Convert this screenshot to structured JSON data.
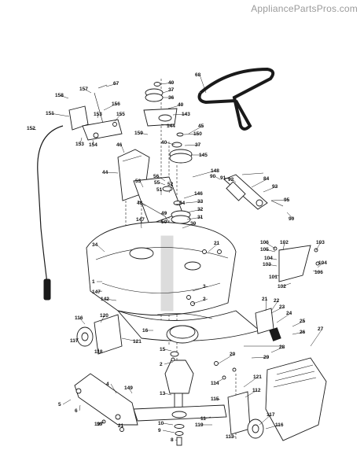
{
  "watermark": "AppliancePartsPros.com",
  "part_labels": [
    "68",
    "40",
    "37",
    "36",
    "40",
    "143",
    "144",
    "45",
    "150",
    "40",
    "37",
    "145",
    "159",
    "157",
    "67",
    "158",
    "156",
    "151",
    "153",
    "155",
    "152",
    "153",
    "154",
    "46",
    "44",
    "148",
    "90",
    "91",
    "92",
    "84",
    "93",
    "95",
    "90",
    "56",
    "55",
    "53",
    "52",
    "51",
    "146",
    "48",
    "49",
    "50",
    "33",
    "54",
    "32",
    "31",
    "147",
    "30",
    "21",
    "34",
    "106",
    "105",
    "102",
    "103",
    "104",
    "103",
    "101",
    "104",
    "106",
    "102",
    "1",
    "147",
    "142",
    "3",
    "2",
    "16",
    "15",
    "2",
    "116",
    "120",
    "117",
    "118",
    "121",
    "21",
    "22",
    "23",
    "24",
    "25",
    "26",
    "27",
    "28",
    "29",
    "20",
    "114",
    "19",
    "13",
    "115",
    "121",
    "112",
    "11",
    "10",
    "9",
    "8",
    "117",
    "119",
    "113",
    "116",
    "5",
    "6",
    "4",
    "149",
    "19",
    "21"
  ]
}
